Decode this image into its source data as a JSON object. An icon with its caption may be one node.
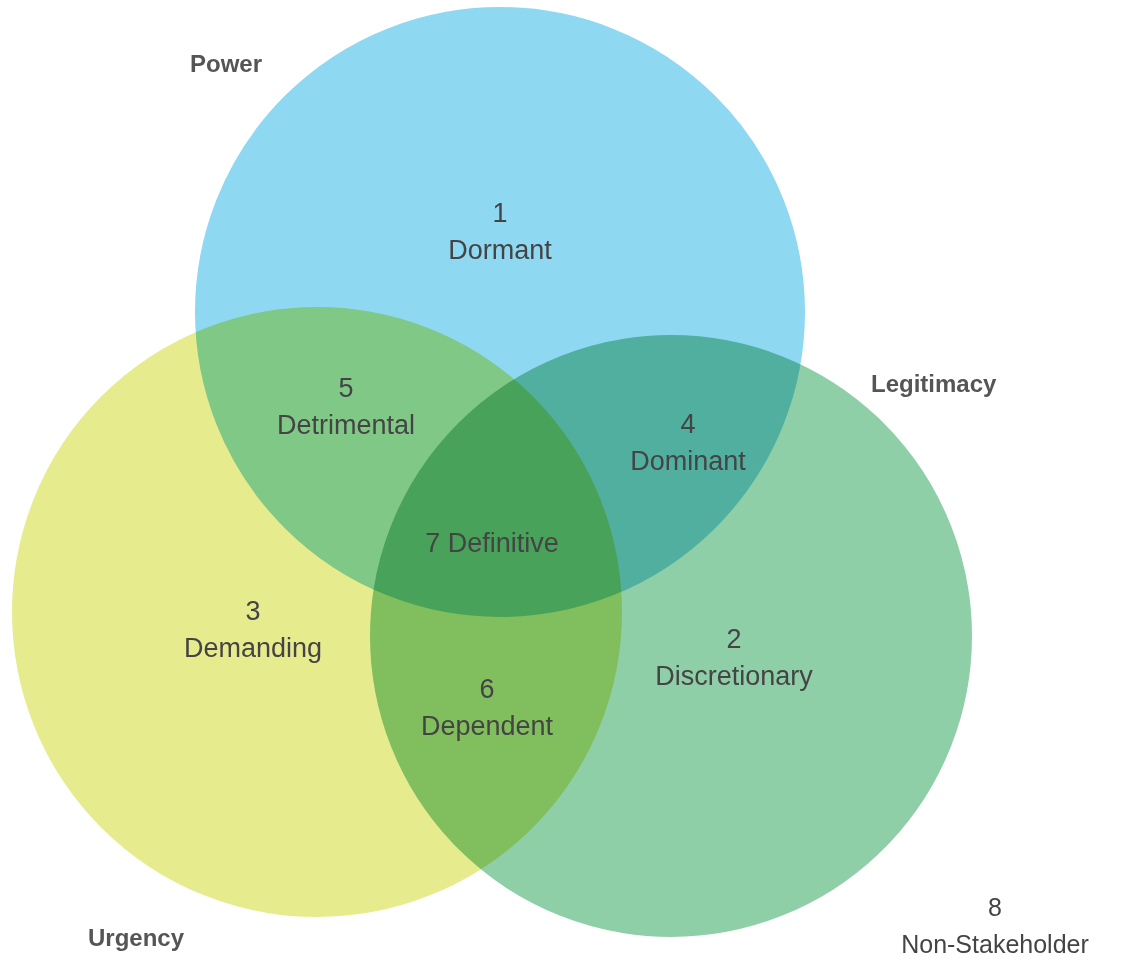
{
  "diagram": {
    "nodes": [
      {
        "text": [
          "Power"
        ]
      },
      {
        "text": [
          "Legitimacy"
        ]
      },
      {
        "text": [
          "Urgency"
        ]
      }
    ],
    "labels": [
      "1 Dormant",
      "5 Detrimental",
      "4 Dominant",
      "7 Definitive",
      "3 Demanding",
      "2 Discretionary",
      "6 Dependent",
      "8 Non-Stakeholder"
    ]
  }
}
